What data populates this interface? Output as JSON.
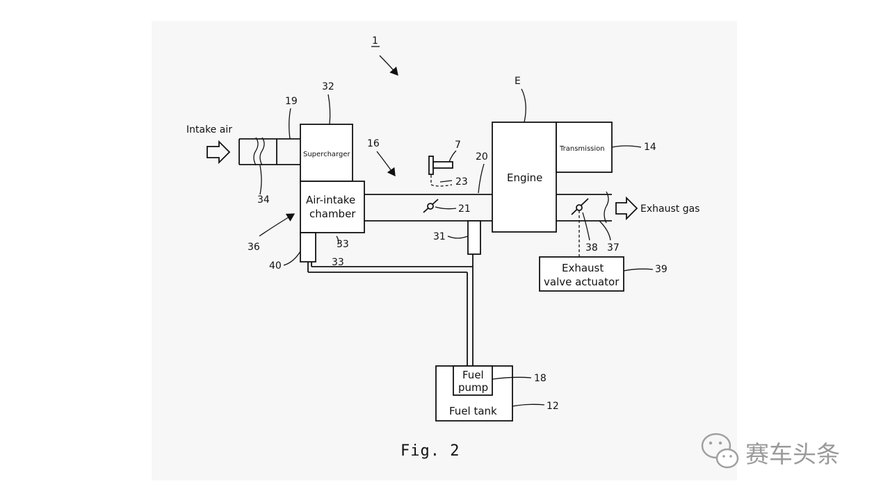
{
  "figure": {
    "caption": "Fig. 2",
    "system_ref": "1",
    "labels": {
      "intake_air": "Intake air",
      "exhaust_gas": "Exhaust gas",
      "supercharger": "Supercharger",
      "air_intake_chamber_line1": "Air-intake",
      "air_intake_chamber_line2": "chamber",
      "engine": "Engine",
      "transmission": "Transmission",
      "fuel_pump_line1": "Fuel",
      "fuel_pump_line2": "pump",
      "fuel_tank": "Fuel tank",
      "exhaust_valve_actuator_line1": "Exhaust",
      "exhaust_valve_actuator_line2": "valve actuator"
    },
    "reference_numbers": {
      "n7": "7",
      "n12": "12",
      "n14": "14",
      "n16": "16",
      "n18": "18",
      "n19": "19",
      "n20": "20",
      "n21": "21",
      "n23": "23",
      "n31": "31",
      "n32": "32",
      "n33a": "33",
      "n33b": "33",
      "n34": "34",
      "n36": "36",
      "n37": "37",
      "n38": "38",
      "n39": "39",
      "n40": "40",
      "nE": "E"
    }
  },
  "watermark": {
    "text": "赛车头条",
    "icon": "wechat-icon"
  }
}
